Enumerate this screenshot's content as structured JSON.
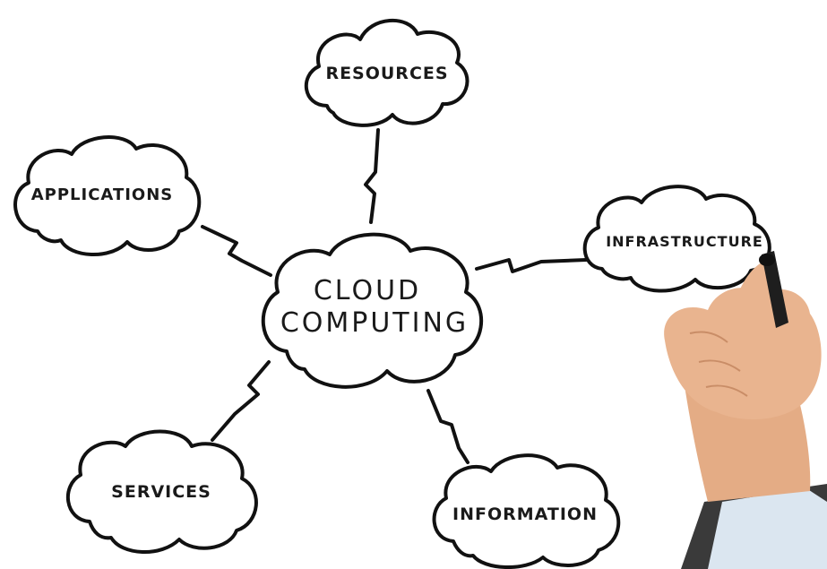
{
  "diagram": {
    "center": {
      "label_line1": "CLOUD",
      "label_line2": "COMPUTING"
    },
    "nodes": {
      "resources": "RESOURCES",
      "applications": "APPLICATIONS",
      "infrastructure": "INFRASTRUCTURE",
      "services": "SERVICES",
      "information": "INFORMATION"
    }
  },
  "colors": {
    "ink": "#111111",
    "background": "#ffffff",
    "skin": "#e9b48f",
    "shirt": "#dbe6f0",
    "jacket": "#3a3a3a"
  },
  "icons": [
    "hand-with-marker-icon"
  ]
}
